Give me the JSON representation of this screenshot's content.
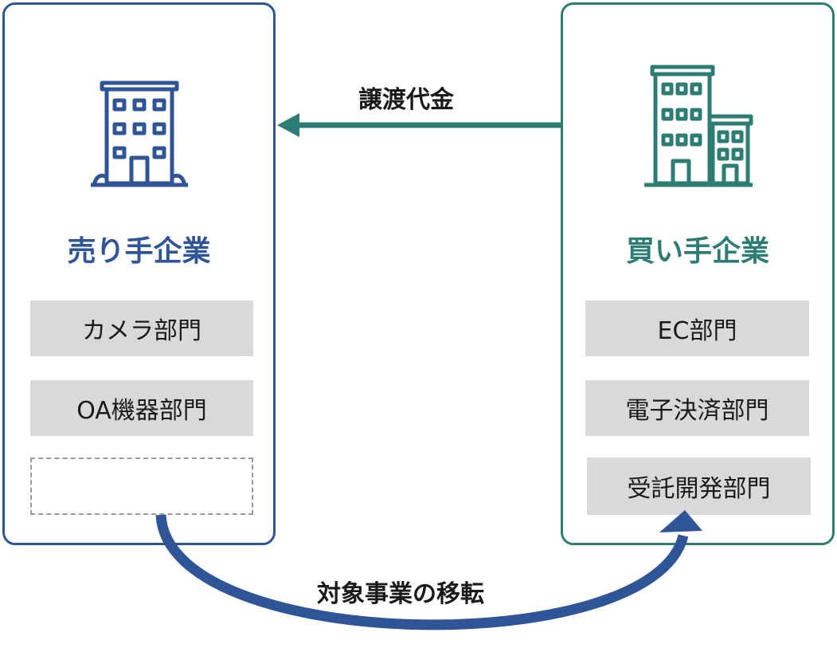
{
  "seller": {
    "title": "売り手企業",
    "departments": [
      "カメラ部門",
      "OA機器部門",
      ""
    ]
  },
  "buyer": {
    "title": "買い手企業",
    "departments": [
      "EC部門",
      "電子決済部門",
      "受託開発部門"
    ]
  },
  "payment_label": "譲渡代金",
  "transfer_label": "対象事業の移転",
  "icons": {
    "seller": "office-building-icon",
    "buyer": "office-buildings-icon"
  },
  "colors": {
    "seller": "#2f5597",
    "buyer": "#2e7d75",
    "department_bg": "#d9d9d9"
  }
}
